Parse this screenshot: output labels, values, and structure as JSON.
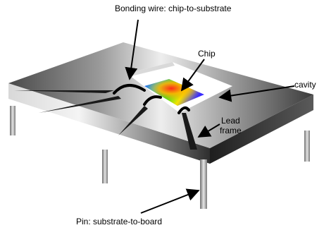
{
  "labels": {
    "bonding_wire": "Bonding wire: chip-to-substrate",
    "chip": "Chip",
    "cavity": "cavity",
    "lead_frame_line1": "Lead",
    "lead_frame_line2": "frame",
    "pin": "Pin: substrate-to-board"
  },
  "colors": {
    "package_top_dark": "#3a3a3a",
    "package_top_light": "#e8e8e8",
    "cavity": "#ffffff",
    "pins": "#b8b8b8",
    "arrows": "#000000",
    "chip_gradient": [
      "#1f3cff",
      "#00c0ff",
      "#25d82a",
      "#f6e300",
      "#ff3b1f"
    ]
  }
}
